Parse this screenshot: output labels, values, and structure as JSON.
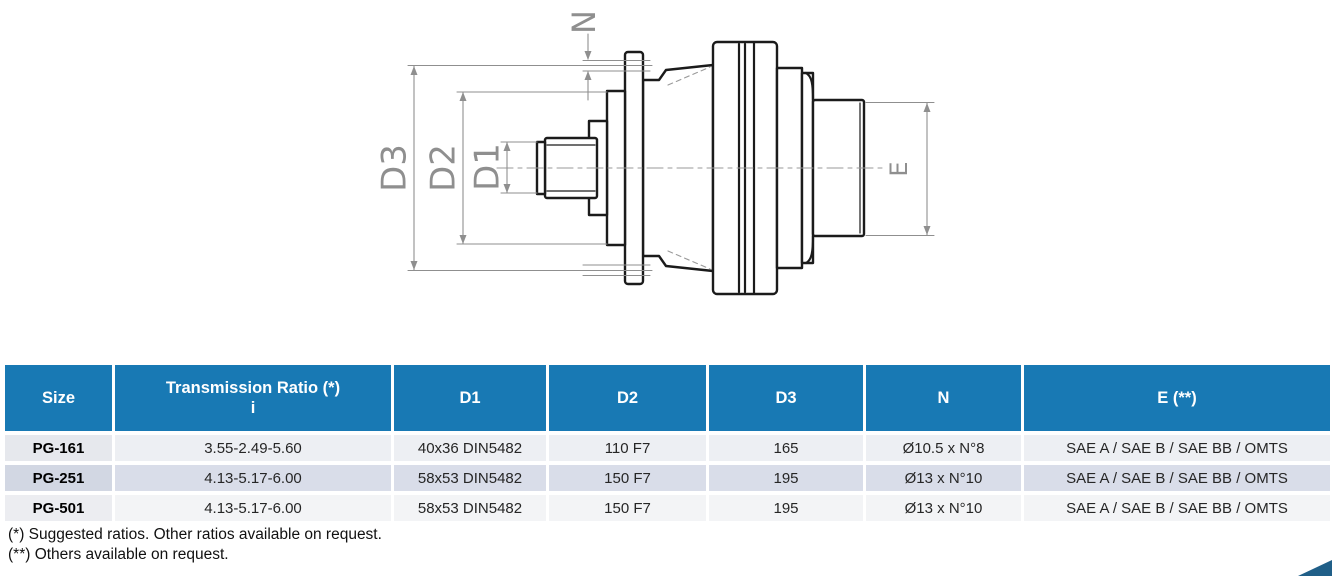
{
  "drawing": {
    "labels": {
      "d1": "D1",
      "d2": "D2",
      "d3": "D3",
      "n": "N",
      "e": "E"
    }
  },
  "table": {
    "headers": {
      "size": "Size",
      "ratio_line1": "Transmission Ratio (*)",
      "ratio_line2": "i",
      "d1": "D1",
      "d2": "D2",
      "d3": "D3",
      "n": "N",
      "e": "E (**)"
    },
    "rows": [
      {
        "size": "PG-161",
        "ratio": "3.55-2.49-5.60",
        "d1": "40x36 DIN5482",
        "d2": "110 F7",
        "d3": "165",
        "n": "Ø10.5 x N°8",
        "e": "SAE A / SAE B / SAE BB / OMTS"
      },
      {
        "size": "PG-251",
        "ratio": "4.13-5.17-6.00",
        "d1": "58x53 DIN5482",
        "d2": "150 F7",
        "d3": "195",
        "n": "Ø13 x N°10",
        "e": "SAE A / SAE B / SAE BB / OMTS"
      },
      {
        "size": "PG-501",
        "ratio": "4.13-5.17-6.00",
        "d1": "58x53 DIN5482",
        "d2": "150 F7",
        "d3": "195",
        "n": "Ø13 x N°10",
        "e": "SAE A / SAE B / SAE BB / OMTS"
      }
    ]
  },
  "footnotes": [
    "(*) Suggested ratios. Other ratios available on request.",
    "(**) Others available on request."
  ],
  "colors": {
    "header_blue": "#1879b4",
    "row_alt_blue": "#d9dde9",
    "row_light": "#edeff3",
    "corner_triangle": "#205f88",
    "drawing_line": "#1b1b1b",
    "dimension_gray": "#8f8f8f"
  }
}
